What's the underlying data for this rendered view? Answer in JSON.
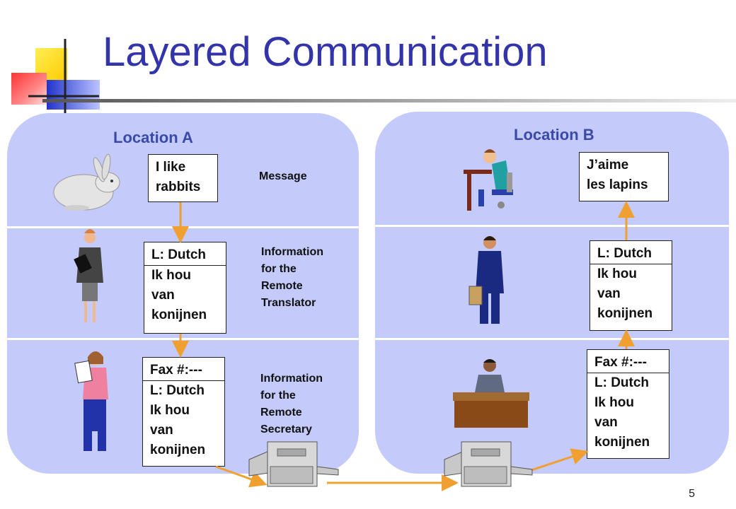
{
  "slide": {
    "title": "Layered Communication",
    "page_number": "5"
  },
  "location_a": {
    "title": "Location A",
    "message_box": [
      "I like",
      "rabbits"
    ],
    "translator_box": [
      "L: Dutch",
      "Ik hou",
      "van",
      "konijnen"
    ],
    "secretary_box": [
      "Fax #:---",
      "L: Dutch",
      "Ik hou",
      "van",
      "konijnen"
    ],
    "notes": {
      "message": "Message",
      "translator": [
        "Information",
        "for the",
        "Remote",
        "Translator"
      ],
      "secretary": [
        "Information",
        "for the",
        "Remote",
        "Secretary"
      ]
    }
  },
  "location_b": {
    "title": "Location B",
    "message_box": [
      "J’aime",
      "les lapins"
    ],
    "translator_box": [
      "L: Dutch",
      "Ik hou",
      "van",
      "konijnen"
    ],
    "secretary_box": [
      "Fax #:---",
      "L: Dutch",
      "Ik hou",
      "van",
      "konijnen"
    ]
  },
  "colors": {
    "panel": "#c4cafa",
    "title": "#3333aa",
    "location_title": "#3a4aa8",
    "arrow": "#f0a030"
  },
  "icons": [
    "rabbit-icon",
    "businesswoman-icon",
    "secretary-woman-icon",
    "fax-machine-icon",
    "writer-at-desk-icon",
    "businessman-icon",
    "man-at-desk-icon"
  ]
}
